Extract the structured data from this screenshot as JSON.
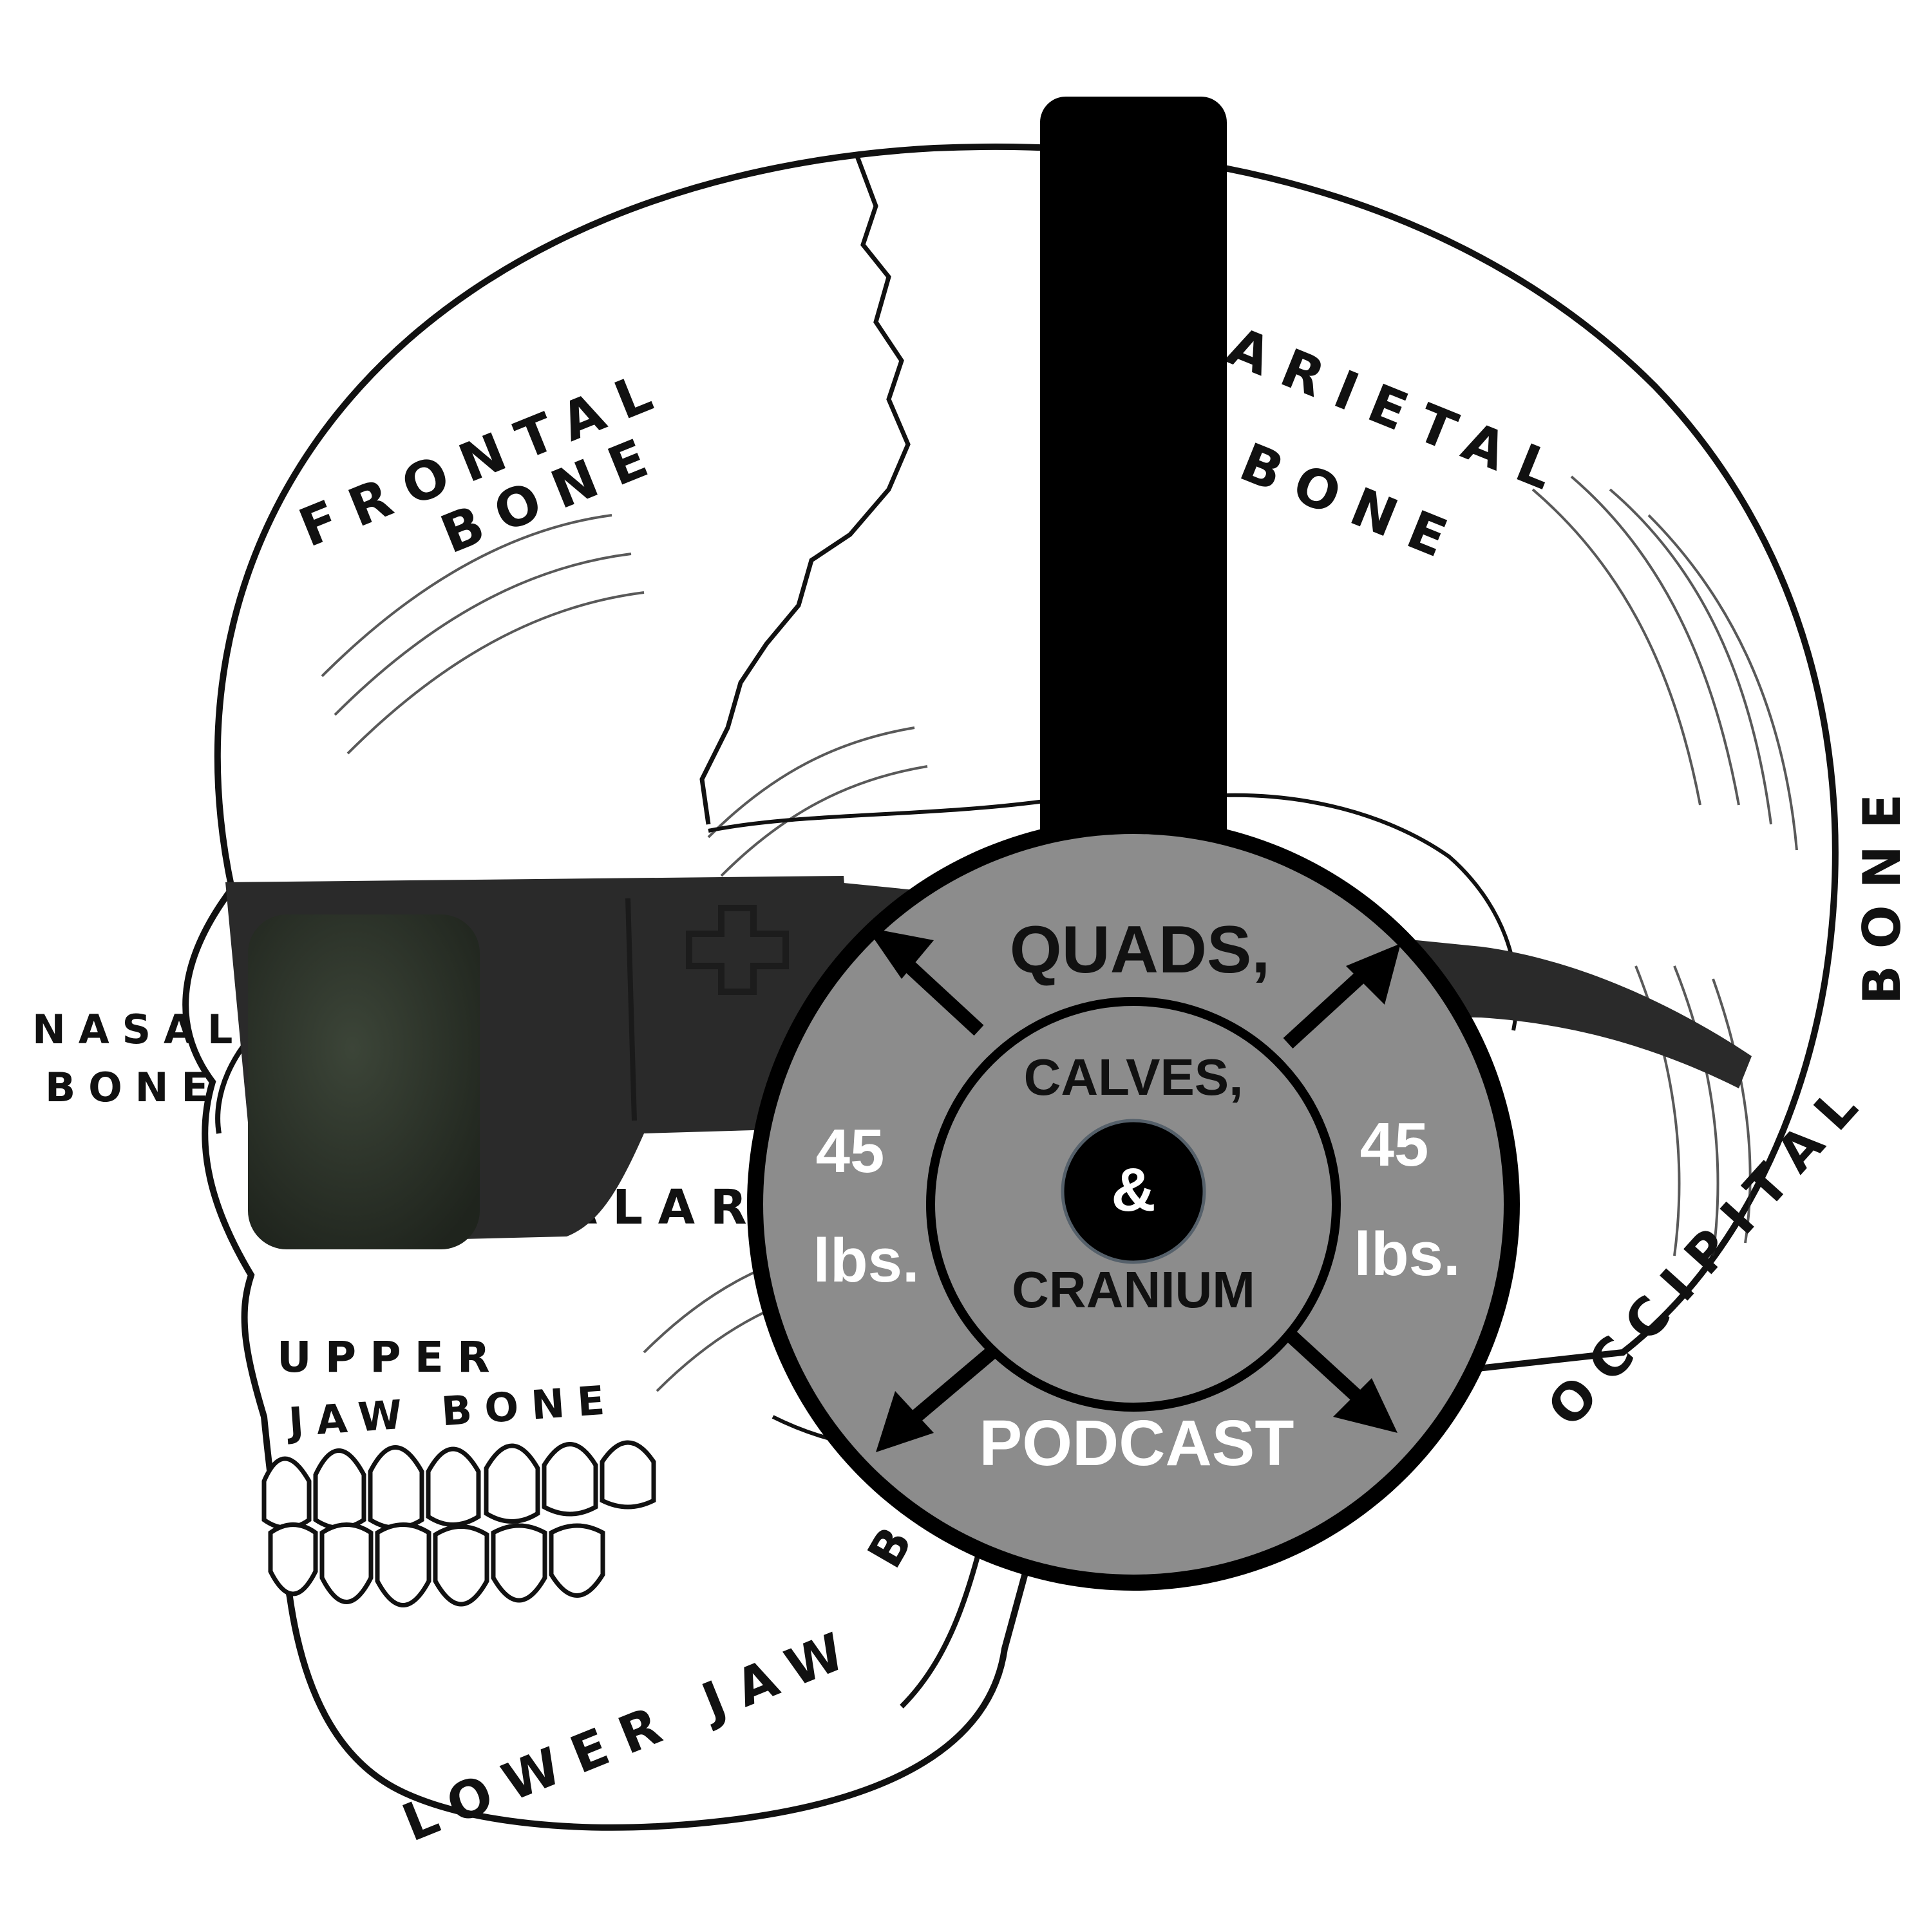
{
  "skull_labels": {
    "frontal": "FRONTAL",
    "frontal_bone": "BONE",
    "parietal": "ARIETAL",
    "parietal_bone": "BONE",
    "occipital": "OCCIPITAL",
    "occipital_bone": "BONE",
    "nasal": "NASAL",
    "nasal_bone": "BONE",
    "malar": "ALAR",
    "upper": "UPPER",
    "upper_jaw": "JAW BONE",
    "lower_jaw": "LOWER JAW",
    "lower_jaw_tail": "B"
  },
  "plate": {
    "title_line1": "QUADS,",
    "title_line2": "CALVES,",
    "ampersand": "&",
    "title_line3": "CRANIUM",
    "bottom": "PODCAST",
    "weight_left_num": "45",
    "weight_left_unit": "lbs.",
    "weight_right_num": "45",
    "weight_right_unit": "lbs."
  },
  "colors": {
    "plate_gray": "#8c8c8c",
    "plate_ring": "#000000",
    "headband": "#000000",
    "glasses_frame": "#2a2a2a",
    "lens": "#2e352c",
    "text_dark": "#111111",
    "text_light": "#ffffff"
  }
}
